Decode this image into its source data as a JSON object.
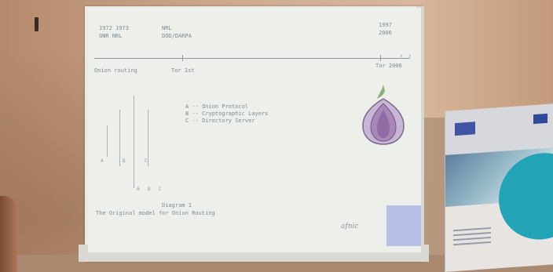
{
  "slide": {
    "timeline_labels": {
      "col1_line1": "1972 1973",
      "col1_line2": "ONR NRL",
      "col2_line1": "NRL",
      "col2_line2": "DOD/DARPA",
      "end_line1": "1997",
      "end_line2": "2006"
    },
    "under_line_left": "Onion routing",
    "under_line_mid": "Tor 1st",
    "under_line_right": "Tor 2006",
    "legend": [
      "A -- Onion Protocol",
      "B -- Cryptographic Layers",
      "C -- Directory Server"
    ],
    "tree_letters": [
      "A",
      "B",
      "C"
    ],
    "caption_line1": "Diagram 1",
    "caption_line2": "The Original model for Onion Routing",
    "logo_text": "afnic"
  },
  "colors": {
    "slide_text": "#7d8a92",
    "onion_purple": "#a887b8",
    "accent_square": "#b7c1e8"
  }
}
